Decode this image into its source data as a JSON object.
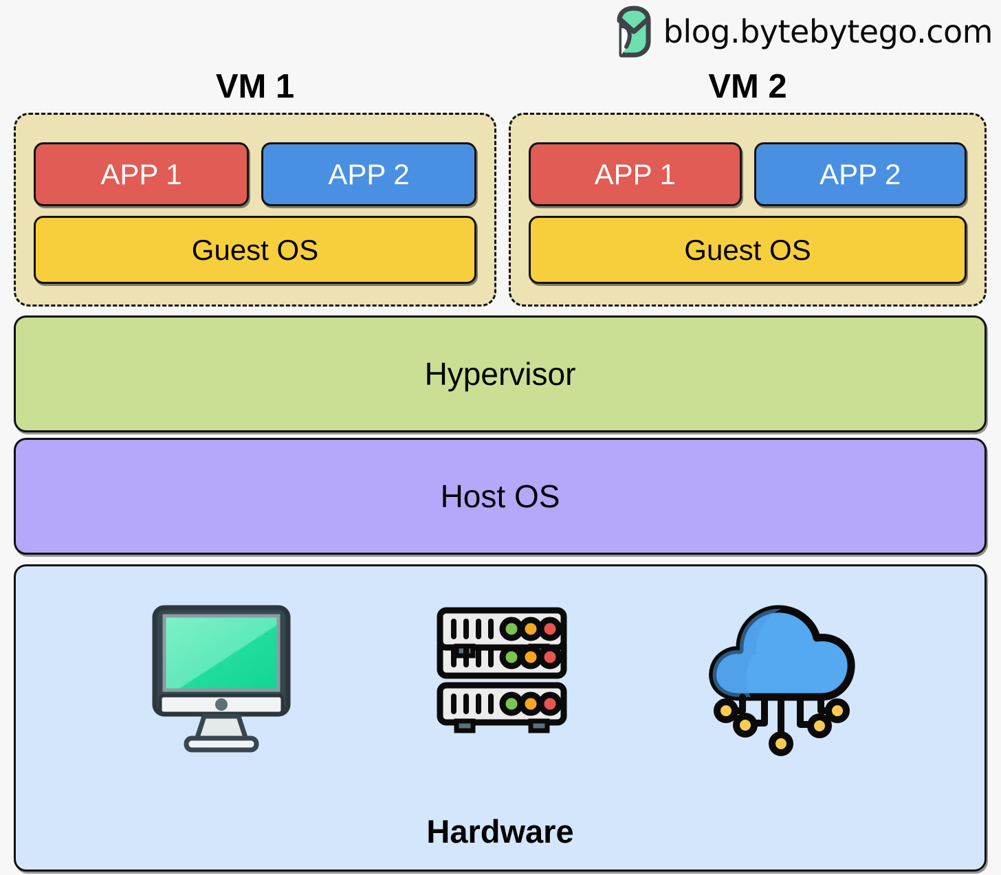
{
  "brand": {
    "logo_icon": "bytebytego-logo-icon",
    "text": "blog.bytebytego.com",
    "logo_fill": "#6ee0b0",
    "logo_stroke": "#3f4448"
  },
  "diagram": {
    "type": "layered-architecture",
    "title_vm1": "VM 1",
    "title_vm2": "VM 2",
    "background": "#f7f7f7",
    "vms": [
      {
        "title": "VM 1",
        "container_color": "#ece2b4",
        "apps": [
          {
            "label": "APP 1",
            "color": "#e05c54"
          },
          {
            "label": "APP 2",
            "color": "#4a90e2"
          }
        ],
        "guest_os": {
          "label": "Guest OS",
          "color": "#f7cf3d"
        }
      },
      {
        "title": "VM 2",
        "container_color": "#ece2b4",
        "apps": [
          {
            "label": "APP 1",
            "color": "#e05c54"
          },
          {
            "label": "APP 2",
            "color": "#4a90e2"
          }
        ],
        "guest_os": {
          "label": "Guest OS",
          "color": "#f7cf3d"
        }
      }
    ],
    "layers": [
      {
        "label": "Hypervisor",
        "color": "#cbdf94"
      },
      {
        "label": "Host OS",
        "color": "#b5a8fa"
      },
      {
        "label": "Hardware",
        "color": "#d4e6fb"
      }
    ],
    "hardware": {
      "label": "Hardware",
      "icons": [
        {
          "name": "desktop-monitor-icon",
          "screen_color": "#2fe0ab",
          "frame_color": "#37474f"
        },
        {
          "name": "server-rack-icon",
          "unit_color": "#eceff1",
          "leds": [
            "#7cc44f",
            "#f5a623",
            "#e8554e"
          ]
        },
        {
          "name": "cloud-computing-icon",
          "cloud_color": "#54a9f0",
          "node_color": "#fbcb52"
        }
      ]
    }
  }
}
